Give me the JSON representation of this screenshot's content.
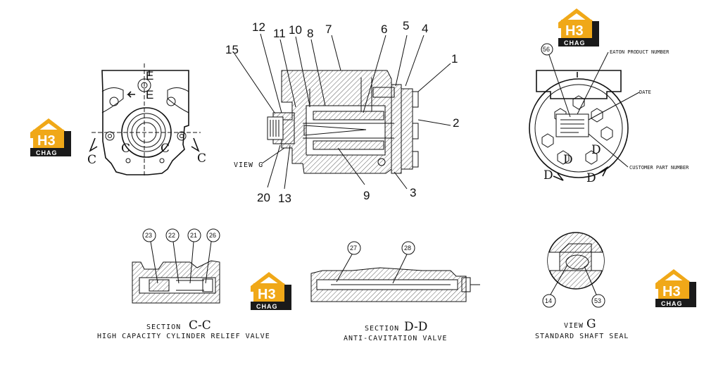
{
  "callouts": [
    "1",
    "2",
    "3",
    "4",
    "5",
    "6",
    "7",
    "8",
    "9",
    "10",
    "11",
    "12",
    "13",
    "15",
    "20"
  ],
  "bubbles": [
    "23",
    "22",
    "21",
    "26",
    "27",
    "28",
    "14",
    "53",
    "56"
  ],
  "front_view": {
    "letters": [
      "E",
      "E",
      "C",
      "C",
      "C",
      "C"
    ]
  },
  "rear_view": {
    "notes": [
      "EATON PRODUCT NUMBER",
      "DATE",
      "CUSTOMER PART NUMBER"
    ],
    "letters": [
      "D",
      "D",
      "D",
      "D"
    ]
  },
  "view_g_pointer": "VIEW G",
  "sections": [
    {
      "title_word": "SECTION",
      "title_letters": "C-C",
      "subtitle": "HIGH CAPACITY CYLINDER RELIEF VALVE"
    },
    {
      "title_word": "SECTION",
      "title_letters": "D-D",
      "subtitle": "ANTI-CAVITATION VALVE"
    },
    {
      "title_word": "VIEW",
      "title_letters": "G",
      "subtitle": "STANDARD SHAFT SEAL"
    }
  ],
  "logo": {
    "mark": "H3",
    "sub": "CHAG"
  },
  "colors": {
    "logo_gold": "#f0a818",
    "logo_dark": "#1a1a1a",
    "line": "#111111"
  }
}
